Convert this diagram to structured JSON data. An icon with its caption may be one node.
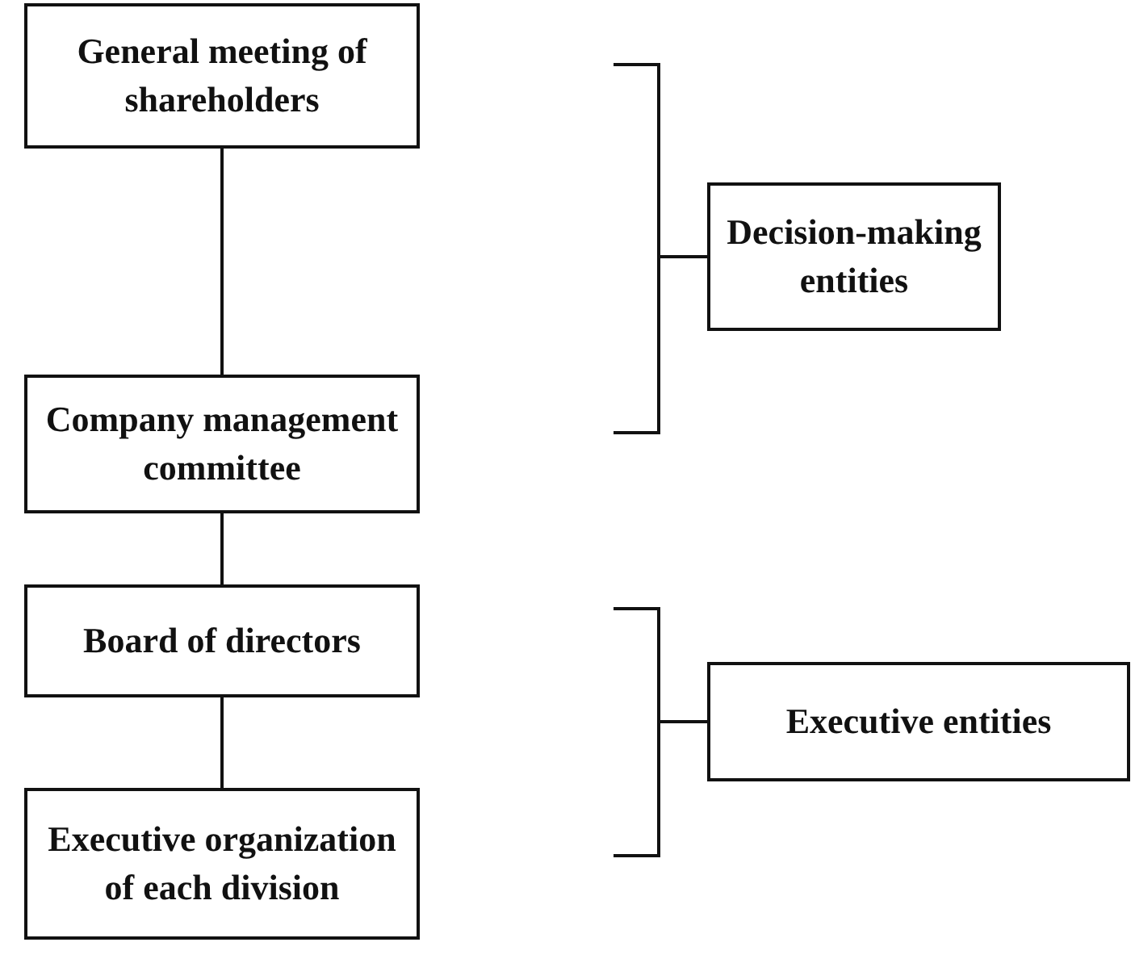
{
  "diagram": {
    "nodes": [
      {
        "text": [
          "General meeting of shareholders"
        ]
      },
      {
        "text": [
          "Company management committee"
        ]
      },
      {
        "text": [
          "Board of directors"
        ]
      },
      {
        "text": [
          "Executive organization of each division"
        ]
      },
      {
        "text": [
          "Decision-making entities"
        ]
      },
      {
        "text": [
          "Executive entities"
        ]
      }
    ],
    "edges": [
      {
        "from": 0,
        "to": 1,
        "arrow": "none"
      },
      {
        "from": 1,
        "to": 2,
        "arrow": "none"
      },
      {
        "from": 2,
        "to": 3,
        "arrow": "none"
      }
    ]
  }
}
